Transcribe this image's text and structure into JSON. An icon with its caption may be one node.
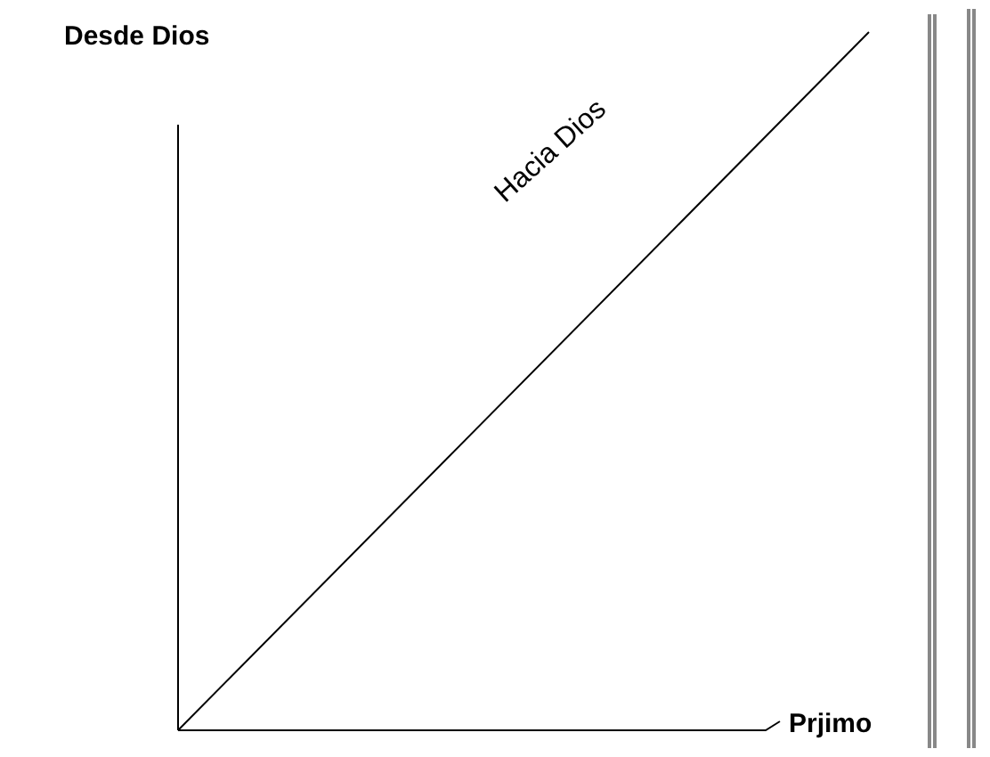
{
  "diagram": {
    "labels": [
      "Desde Dios",
      "Hacia Dios",
      "Prjimo"
    ]
  }
}
